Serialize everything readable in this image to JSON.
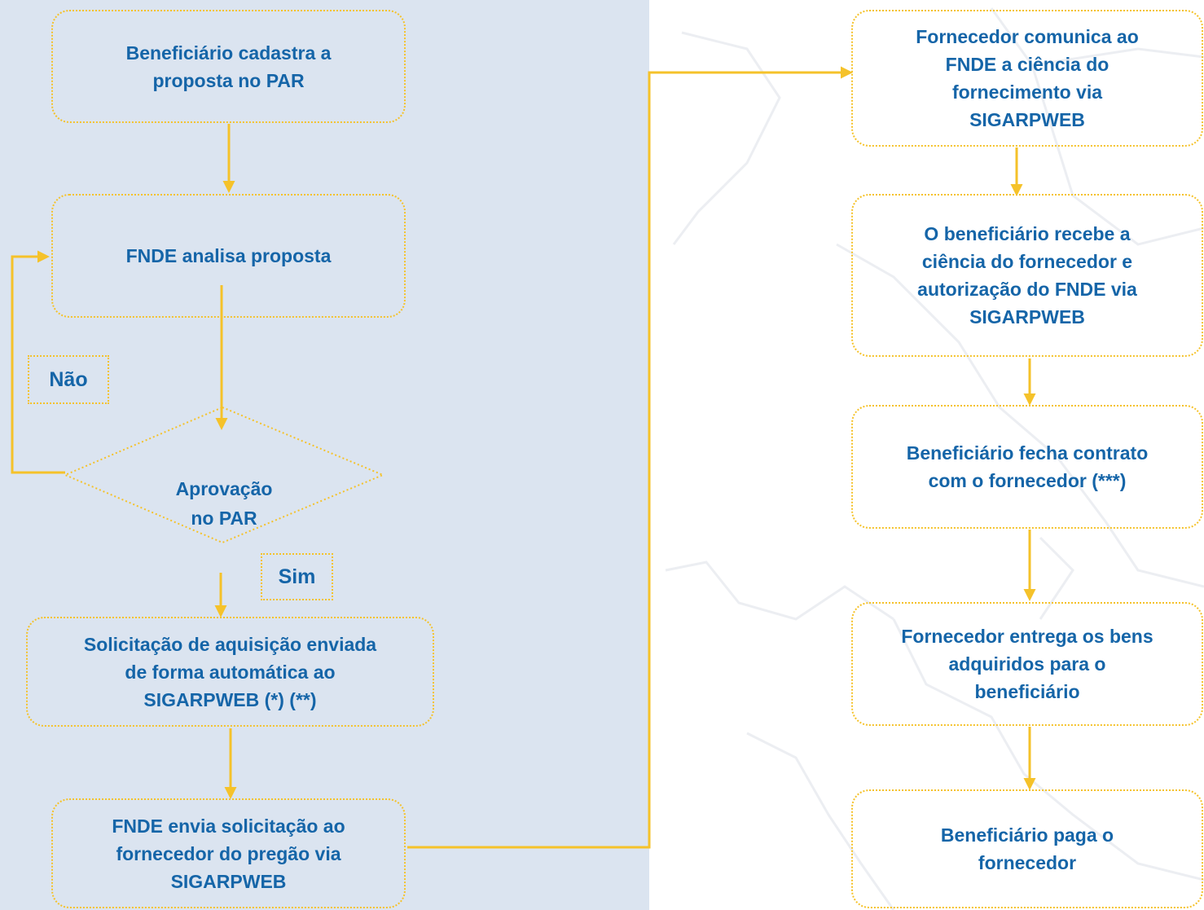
{
  "flow": {
    "step1": "Beneficiário cadastra  a\nproposta no PAR",
    "step2": "FNDE analisa proposta",
    "decision": "Aprovação\nno PAR",
    "label_no": "Não",
    "label_yes": "Sim",
    "step3": "Solicitação de aquisição enviada\nde forma automática ao\nSIGARPWEB (*) (**)",
    "step4": "FNDE  envia solicitação ao\nfornecedor do pregão via\nSIGARPWEB",
    "step5": "Fornecedor comunica ao\nFNDE a ciência do\nfornecimento via\nSIGARPWEB",
    "step6": "O beneficiário recebe a\nciência do fornecedor e\nautorização do FNDE via\nSIGARPWEB",
    "step7": "Beneficiário fecha contrato\ncom o fornecedor (***)",
    "step8": "Fornecedor entrega os bens\nadquiridos para o\nbeneficiário",
    "step9": "Beneficiário paga o\nfornecedor"
  },
  "colors": {
    "accent": "#f5c22a",
    "text": "#1565a8",
    "panel": "#dbe4f0"
  }
}
